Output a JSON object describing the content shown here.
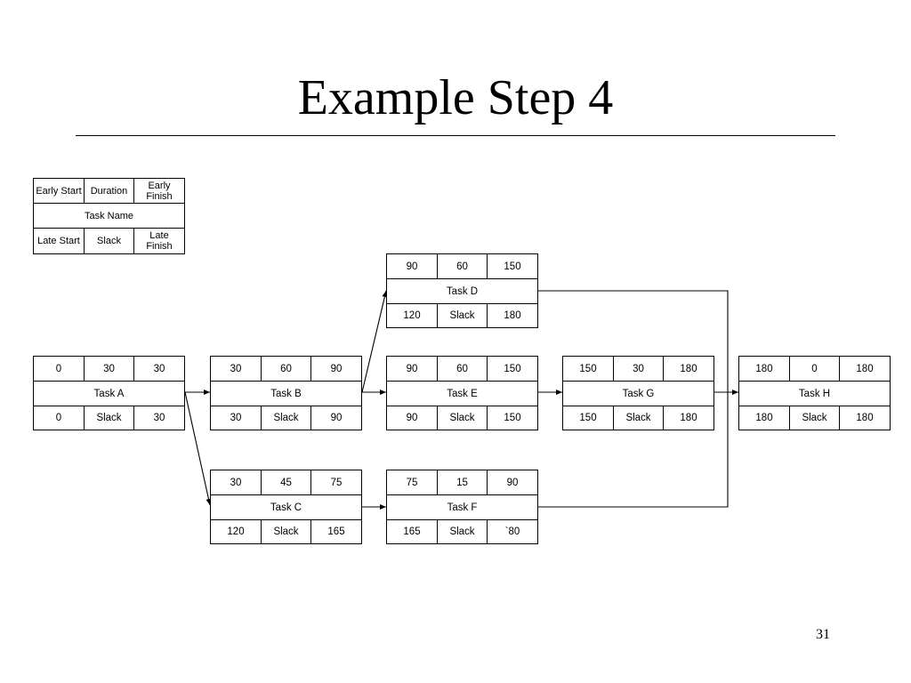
{
  "slide": {
    "title": "Example Step 4",
    "page_number": "31"
  },
  "legend": {
    "early_start": "Early Start",
    "duration": "Duration",
    "early_finish": "Early\nFinish",
    "task_name": "Task Name",
    "late_start": "Late Start",
    "slack": "Slack",
    "late_finish": "Late\nFinish"
  },
  "tasks": {
    "a": {
      "es": "0",
      "dur": "30",
      "ef": "30",
      "name": "Task A",
      "ls": "0",
      "slack": "Slack",
      "lf": "30"
    },
    "b": {
      "es": "30",
      "dur": "60",
      "ef": "90",
      "name": "Task B",
      "ls": "30",
      "slack": "Slack",
      "lf": "90"
    },
    "c": {
      "es": "30",
      "dur": "45",
      "ef": "75",
      "name": "Task C",
      "ls": "120",
      "slack": "Slack",
      "lf": "165"
    },
    "d": {
      "es": "90",
      "dur": "60",
      "ef": "150",
      "name": "Task D",
      "ls": "120",
      "slack": "Slack",
      "lf": "180"
    },
    "e": {
      "es": "90",
      "dur": "60",
      "ef": "150",
      "name": "Task E",
      "ls": "90",
      "slack": "Slack",
      "lf": "150"
    },
    "f": {
      "es": "75",
      "dur": "15",
      "ef": "90",
      "name": "Task F",
      "ls": "165",
      "slack": "Slack",
      "lf": "`80"
    },
    "g": {
      "es": "150",
      "dur": "30",
      "ef": "180",
      "name": "Task G",
      "ls": "150",
      "slack": "Slack",
      "lf": "180"
    },
    "h": {
      "es": "180",
      "dur": "0",
      "ef": "180",
      "name": "Task H",
      "ls": "180",
      "slack": "Slack",
      "lf": "180"
    }
  },
  "dependencies": [
    [
      "Task A",
      "Task B"
    ],
    [
      "Task A",
      "Task C"
    ],
    [
      "Task B",
      "Task D"
    ],
    [
      "Task B",
      "Task E"
    ],
    [
      "Task C",
      "Task F"
    ],
    [
      "Task E",
      "Task G"
    ],
    [
      "Task D",
      "Task H"
    ],
    [
      "Task G",
      "Task H"
    ],
    [
      "Task F",
      "Task H"
    ]
  ]
}
